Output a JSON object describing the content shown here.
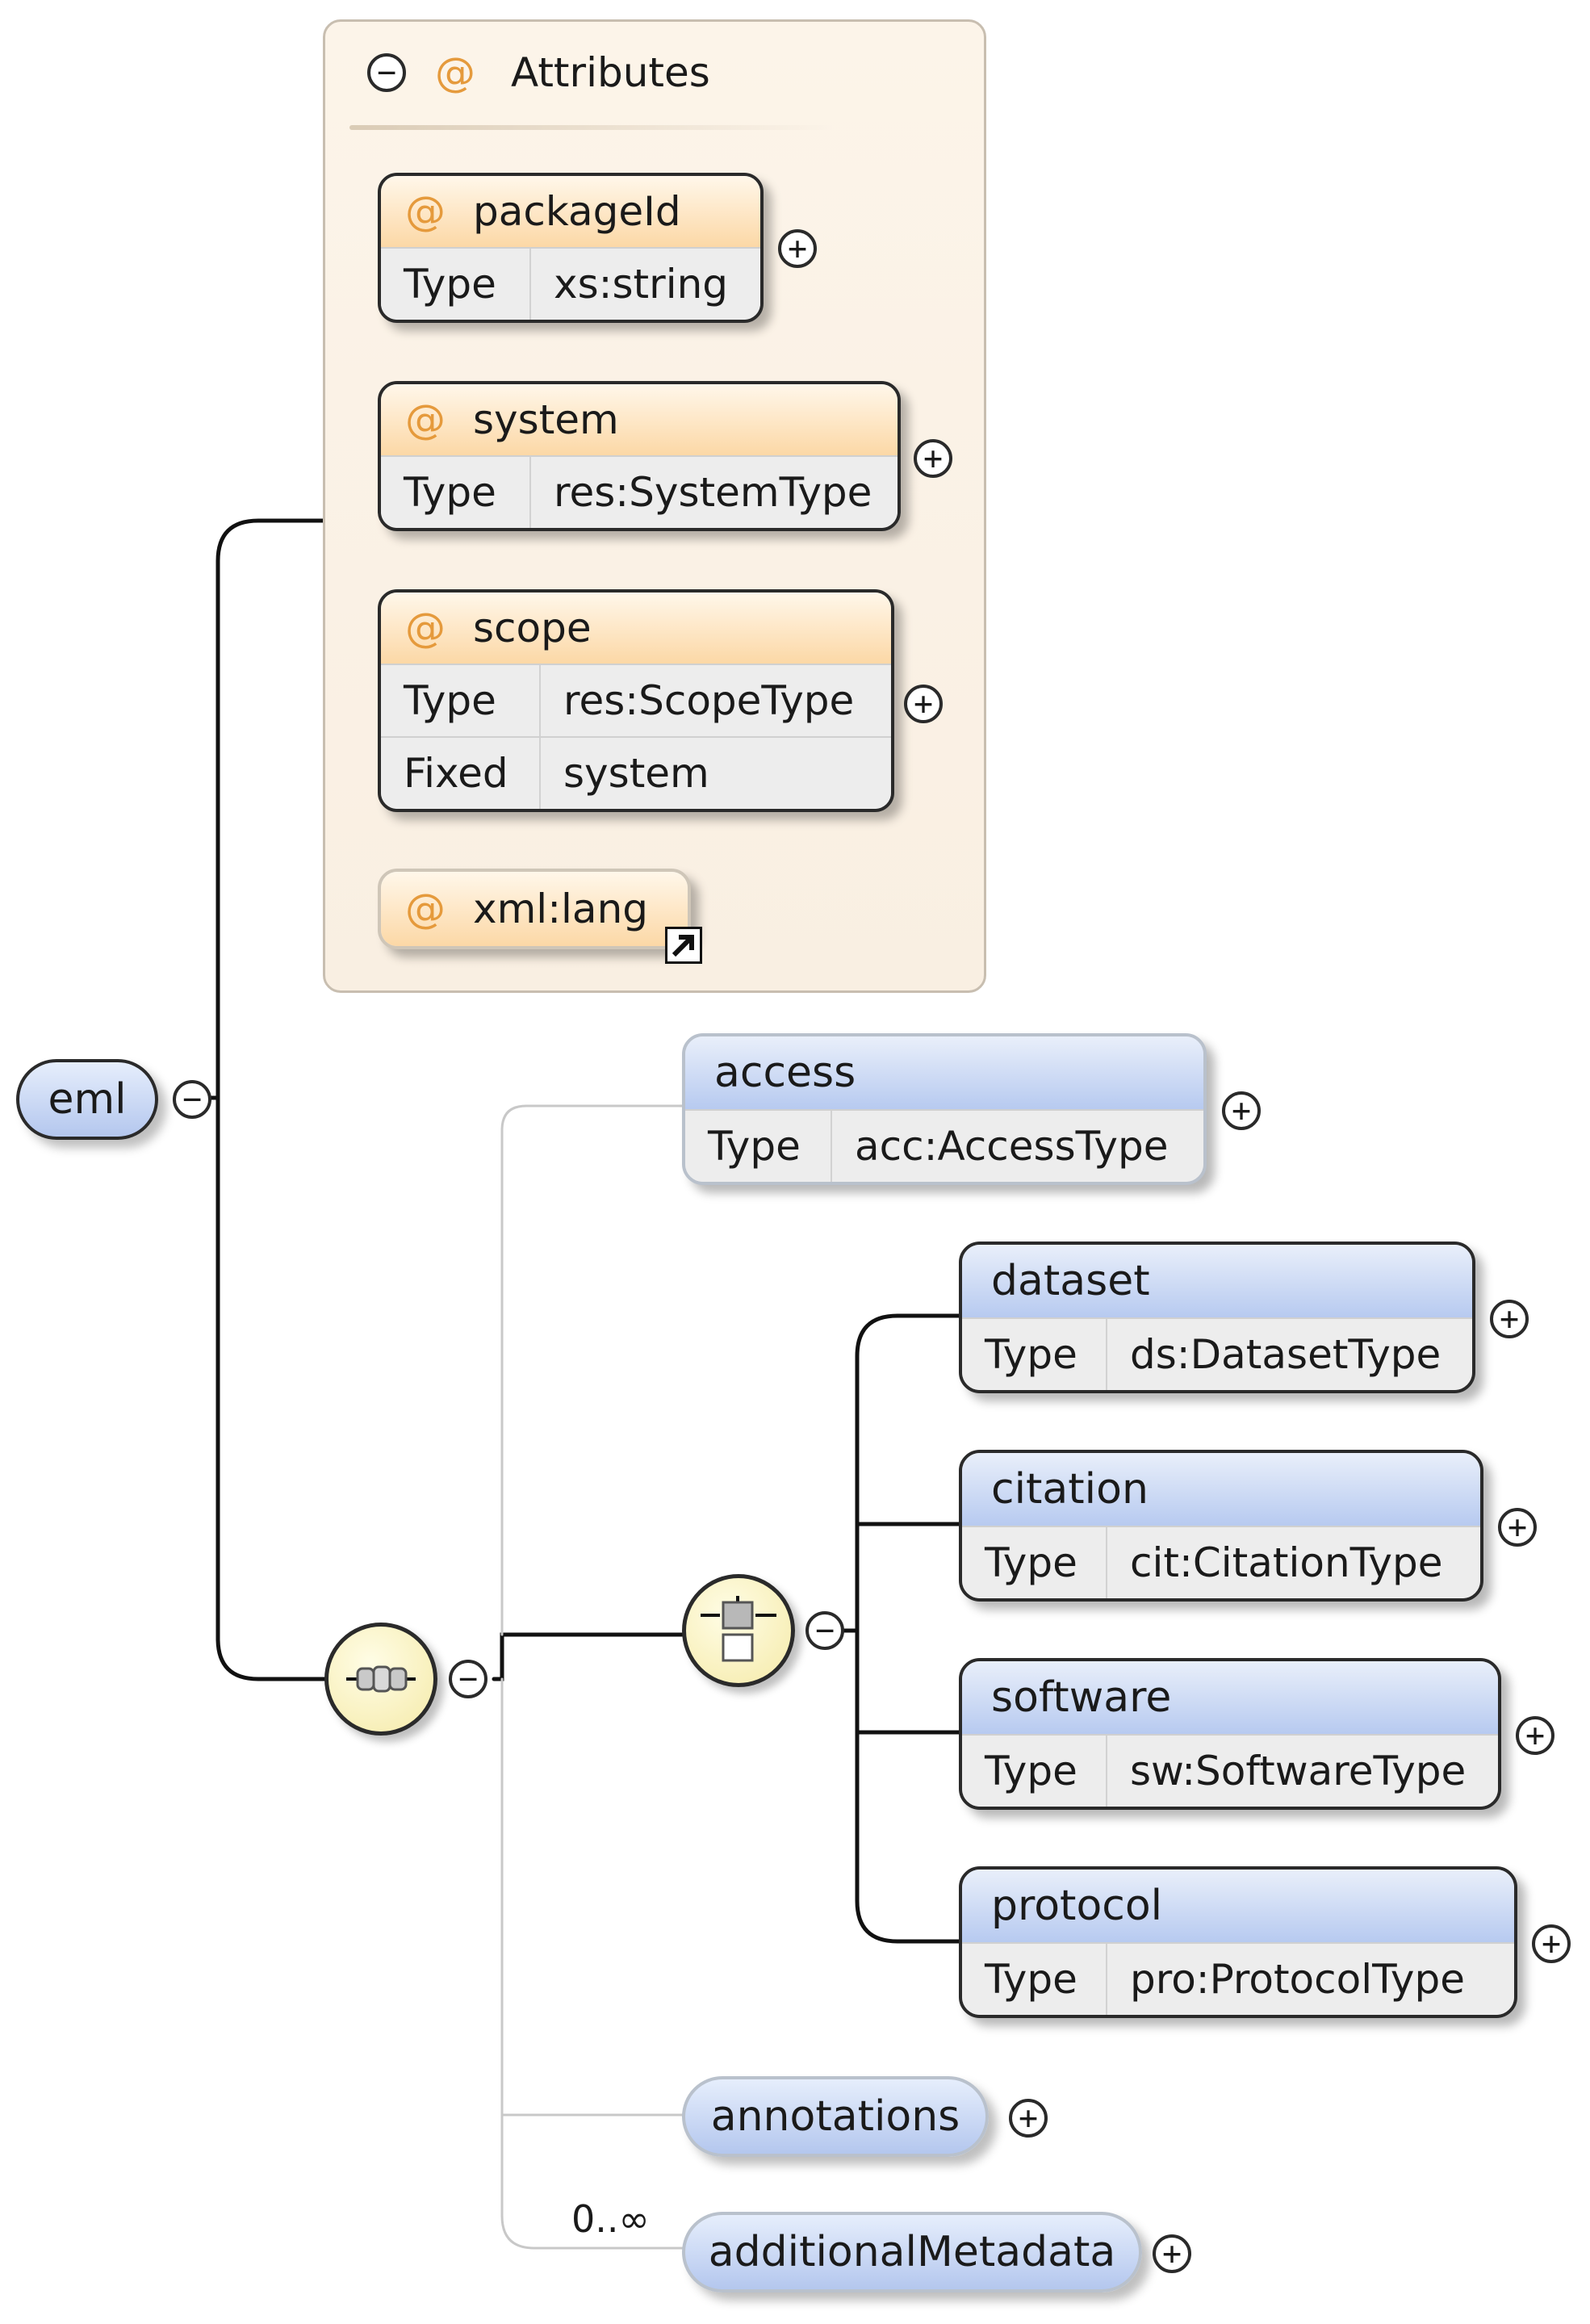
{
  "attributes": {
    "title": "Attributes",
    "at_symbol": "@",
    "items": [
      {
        "name": "packageId",
        "rows": [
          {
            "key": "Type",
            "value": "xs:string"
          }
        ]
      },
      {
        "name": "system",
        "rows": [
          {
            "key": "Type",
            "value": "res:SystemType"
          }
        ]
      },
      {
        "name": "scope",
        "rows": [
          {
            "key": "Type",
            "value": "res:ScopeType"
          },
          {
            "key": "Fixed",
            "value": "system"
          }
        ]
      },
      {
        "name": "xml:lang",
        "rows": []
      }
    ]
  },
  "root": {
    "name": "eml"
  },
  "elements": {
    "access": {
      "name": "access",
      "type_key": "Type",
      "type_value": "acc:AccessType"
    },
    "dataset": {
      "name": "dataset",
      "type_key": "Type",
      "type_value": "ds:DatasetType"
    },
    "citation": {
      "name": "citation",
      "type_key": "Type",
      "type_value": "cit:CitationType"
    },
    "software": {
      "name": "software",
      "type_key": "Type",
      "type_value": "sw:SoftwareType"
    },
    "protocol": {
      "name": "protocol",
      "type_key": "Type",
      "type_value": "pro:ProtocolType"
    },
    "annotations": {
      "name": "annotations"
    },
    "additionalMetadata": {
      "name": "additionalMetadata",
      "occurs": "0..∞"
    }
  },
  "symbols": {
    "collapse": "−",
    "expand": "+"
  },
  "icons": {
    "sequence": "sequence-compositor-icon",
    "choice": "choice-compositor-icon",
    "reference": "reference-arrow-icon"
  },
  "colors": {
    "attribute_accent": "#e59a3c",
    "attribute_header": "#fcd8a6",
    "element_header": "#b7caf0",
    "compositor_fill": "#f5eaa8"
  }
}
